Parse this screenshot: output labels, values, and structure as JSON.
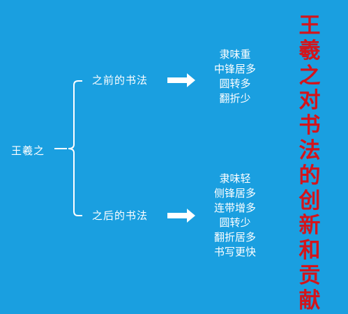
{
  "root_label": "王羲之",
  "branches": [
    {
      "label": "之前的书法",
      "traits": [
        "隶味重",
        "中锋居多",
        "圆转多",
        "翻折少"
      ]
    },
    {
      "label": "之后的书法",
      "traits": [
        "隶味轻",
        "侧锋居多",
        "连带增多",
        "圆转少",
        "翻折居多",
        "书写更快"
      ]
    }
  ],
  "side_title": "王羲之对书法的创新和贡献",
  "colors": {
    "background": "#1a9fe0",
    "text": "#ffffff",
    "title": "#d4141b"
  }
}
